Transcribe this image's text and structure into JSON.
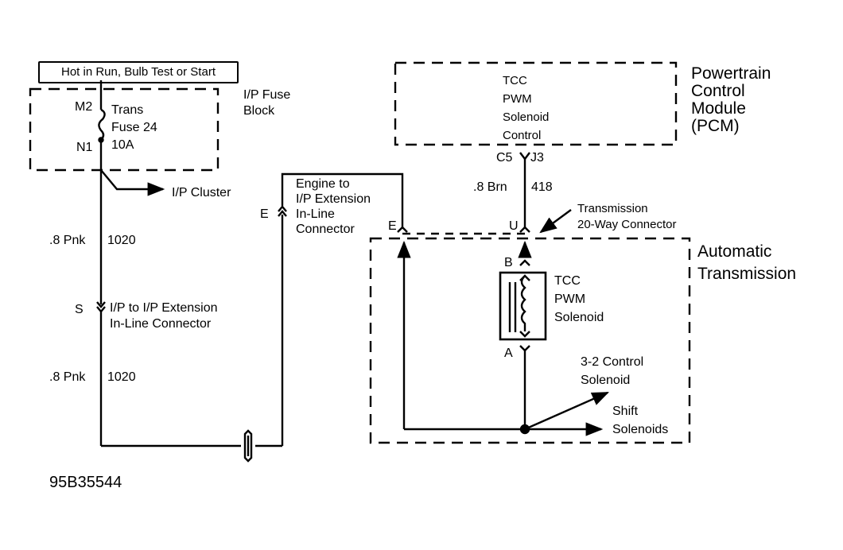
{
  "diagram": {
    "power_label": "Hot in Run, Bulb Test or Start",
    "fuse_block": {
      "name": "I/P Fuse\nBlock",
      "fuse_name": "Trans\nFuse 24\n10A",
      "terminal_top": "M2",
      "terminal_bottom": "N1"
    },
    "ip_cluster": "I/P Cluster",
    "wire1": {
      "gauge": ".8 Pnk",
      "circuit": "1020"
    },
    "connector_s": {
      "pin": "S",
      "name": "I/P to I/P Extension\nIn-Line Connector"
    },
    "wire2": {
      "gauge": ".8 Pnk",
      "circuit": "1020"
    },
    "connector_e": {
      "pin_left": "E",
      "pin_right": "E",
      "name": "Engine to\nI/P Extension\nIn-Line\nConnector"
    },
    "pcm": {
      "name": "Powertrain\nControl\nModule\n(PCM)",
      "function": "TCC\nPWM\nSolenoid\nControl",
      "pin_left": "C5",
      "pin_right": "J3"
    },
    "wire3": {
      "gauge": ".8 Brn",
      "circuit": "418"
    },
    "trans_connector": {
      "pin": "U",
      "name": "Transmission\n20-Way Connector"
    },
    "transmission": {
      "name": "Automatic\nTransmission"
    },
    "tcc_solenoid": {
      "name": "TCC\nPWM\nSolenoid",
      "pin_top": "B",
      "pin_bottom": "A"
    },
    "control_solenoid": "3-2 Control\nSolenoid",
    "shift_solenoids": "Shift\nSolenoids",
    "figure_id": "95B35544"
  }
}
